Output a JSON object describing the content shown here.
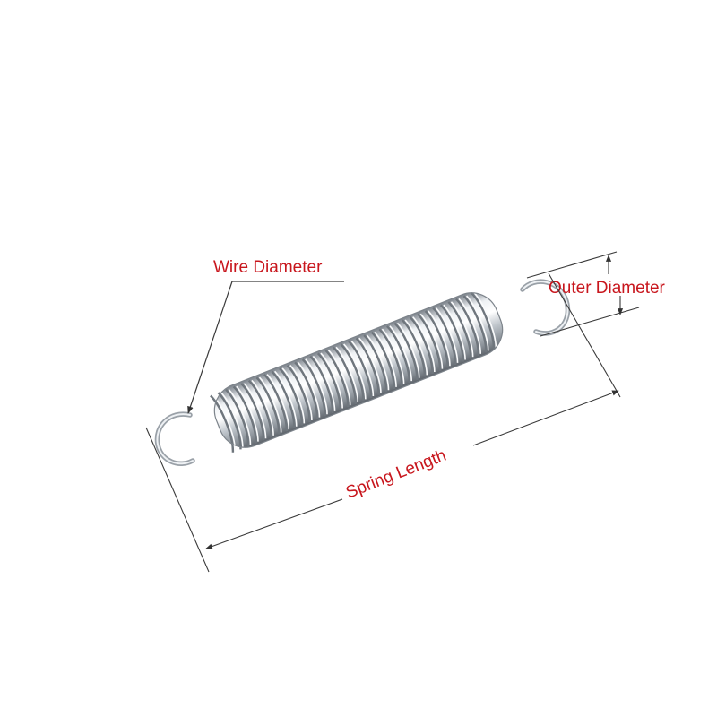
{
  "labels": {
    "wire_diameter": "Wire Diameter",
    "outer_diameter": "Outer Diameter",
    "spring_length": "Spring Length"
  },
  "colors": {
    "label_text": "#c8161d",
    "dimension_line": "#3a3a3a",
    "background": "#ffffff",
    "steel_light": "#f4f6f8",
    "steel_mid": "#b9bfc6",
    "steel_dark": "#6d737a"
  }
}
